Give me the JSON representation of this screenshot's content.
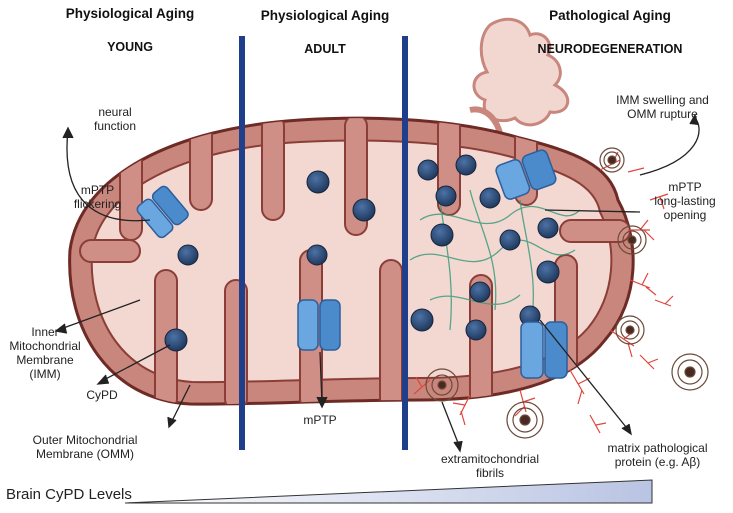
{
  "headers": [
    {
      "title": "Physiological Aging",
      "subtitle": "YOUNG"
    },
    {
      "title": "Physiological Aging",
      "subtitle": "ADULT"
    },
    {
      "title": "Pathological Aging",
      "subtitle": "NEURODEGENERATION"
    }
  ],
  "labels": {
    "neural_function": "neural\nfunction",
    "mptp_flickering": "mPTP\nflickering",
    "imm": "Inner\nMitochondrial\nMembrane\n(IMM)",
    "cypd": "CyPD",
    "omm": "Outer Mitochondrial\nMembrane (OMM)",
    "mptp": "mPTP",
    "imm_swelling": "IMM swelling and\nOMM rupture",
    "mptp_long": "mPTP\nlong-lasting\nopening",
    "extramitochondrial": "extramitochondrial\nfibrils",
    "matrix_protein": "matrix pathological\nprotein (e.g. Aβ)"
  },
  "footer": {
    "brain_cypd": "Brain CyPD Levels"
  },
  "colors": {
    "outer_membrane": "#c8867d",
    "outer_stroke": "#6e2b26",
    "matrix": "#f3d8d2",
    "cristae": "#cf8f86",
    "divider": "#1f3f8a",
    "mptp_blue": "#5b9ad8",
    "cypd_blue": "#2a4a78",
    "fibril_red": "#e0463c",
    "fibril_green": "#3c9c7c"
  }
}
